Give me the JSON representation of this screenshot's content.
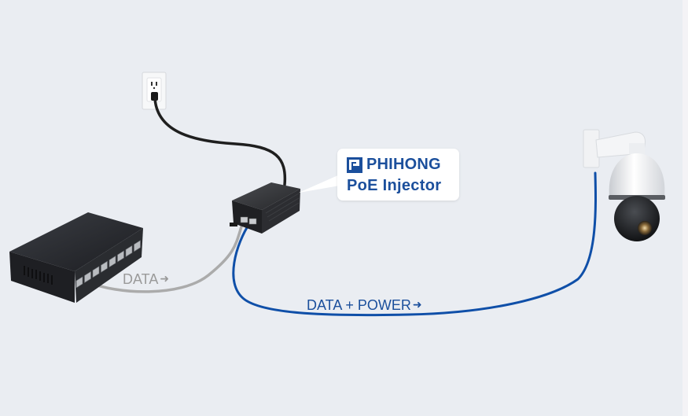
{
  "diagram": {
    "title": "PoE Injector connection diagram",
    "callout": {
      "brand": "PHIHONG",
      "logo_icon": "phihong-logo-icon",
      "product": "PoE Injector"
    },
    "labels": {
      "data": "DATA",
      "data_power": "DATA + POWER",
      "arrow": "➜"
    },
    "devices": [
      {
        "name": "Wall outlet",
        "icon": "wall-outlet-icon"
      },
      {
        "name": "Network switch",
        "icon": "network-switch-icon",
        "ports": 8
      },
      {
        "name": "PoE injector",
        "icon": "poe-injector-icon"
      },
      {
        "name": "PTZ dome camera",
        "icon": "ptz-camera-icon"
      }
    ],
    "connections": [
      {
        "from": "Wall outlet",
        "to": "PoE injector",
        "type": "power",
        "color": "#1f1f1f"
      },
      {
        "from": "Network switch",
        "to": "PoE injector",
        "type": "data",
        "label": "DATA",
        "color": "#a9a9a9"
      },
      {
        "from": "PoE injector",
        "to": "PTZ dome camera",
        "type": "data+power",
        "label": "DATA + POWER",
        "color": "#1b4f9c"
      }
    ],
    "colors": {
      "background": "#eaedf2",
      "brand_blue": "#1b4f9c",
      "data_gray": "#9a9a9a",
      "cable_blue": "#0f4fa8"
    }
  }
}
